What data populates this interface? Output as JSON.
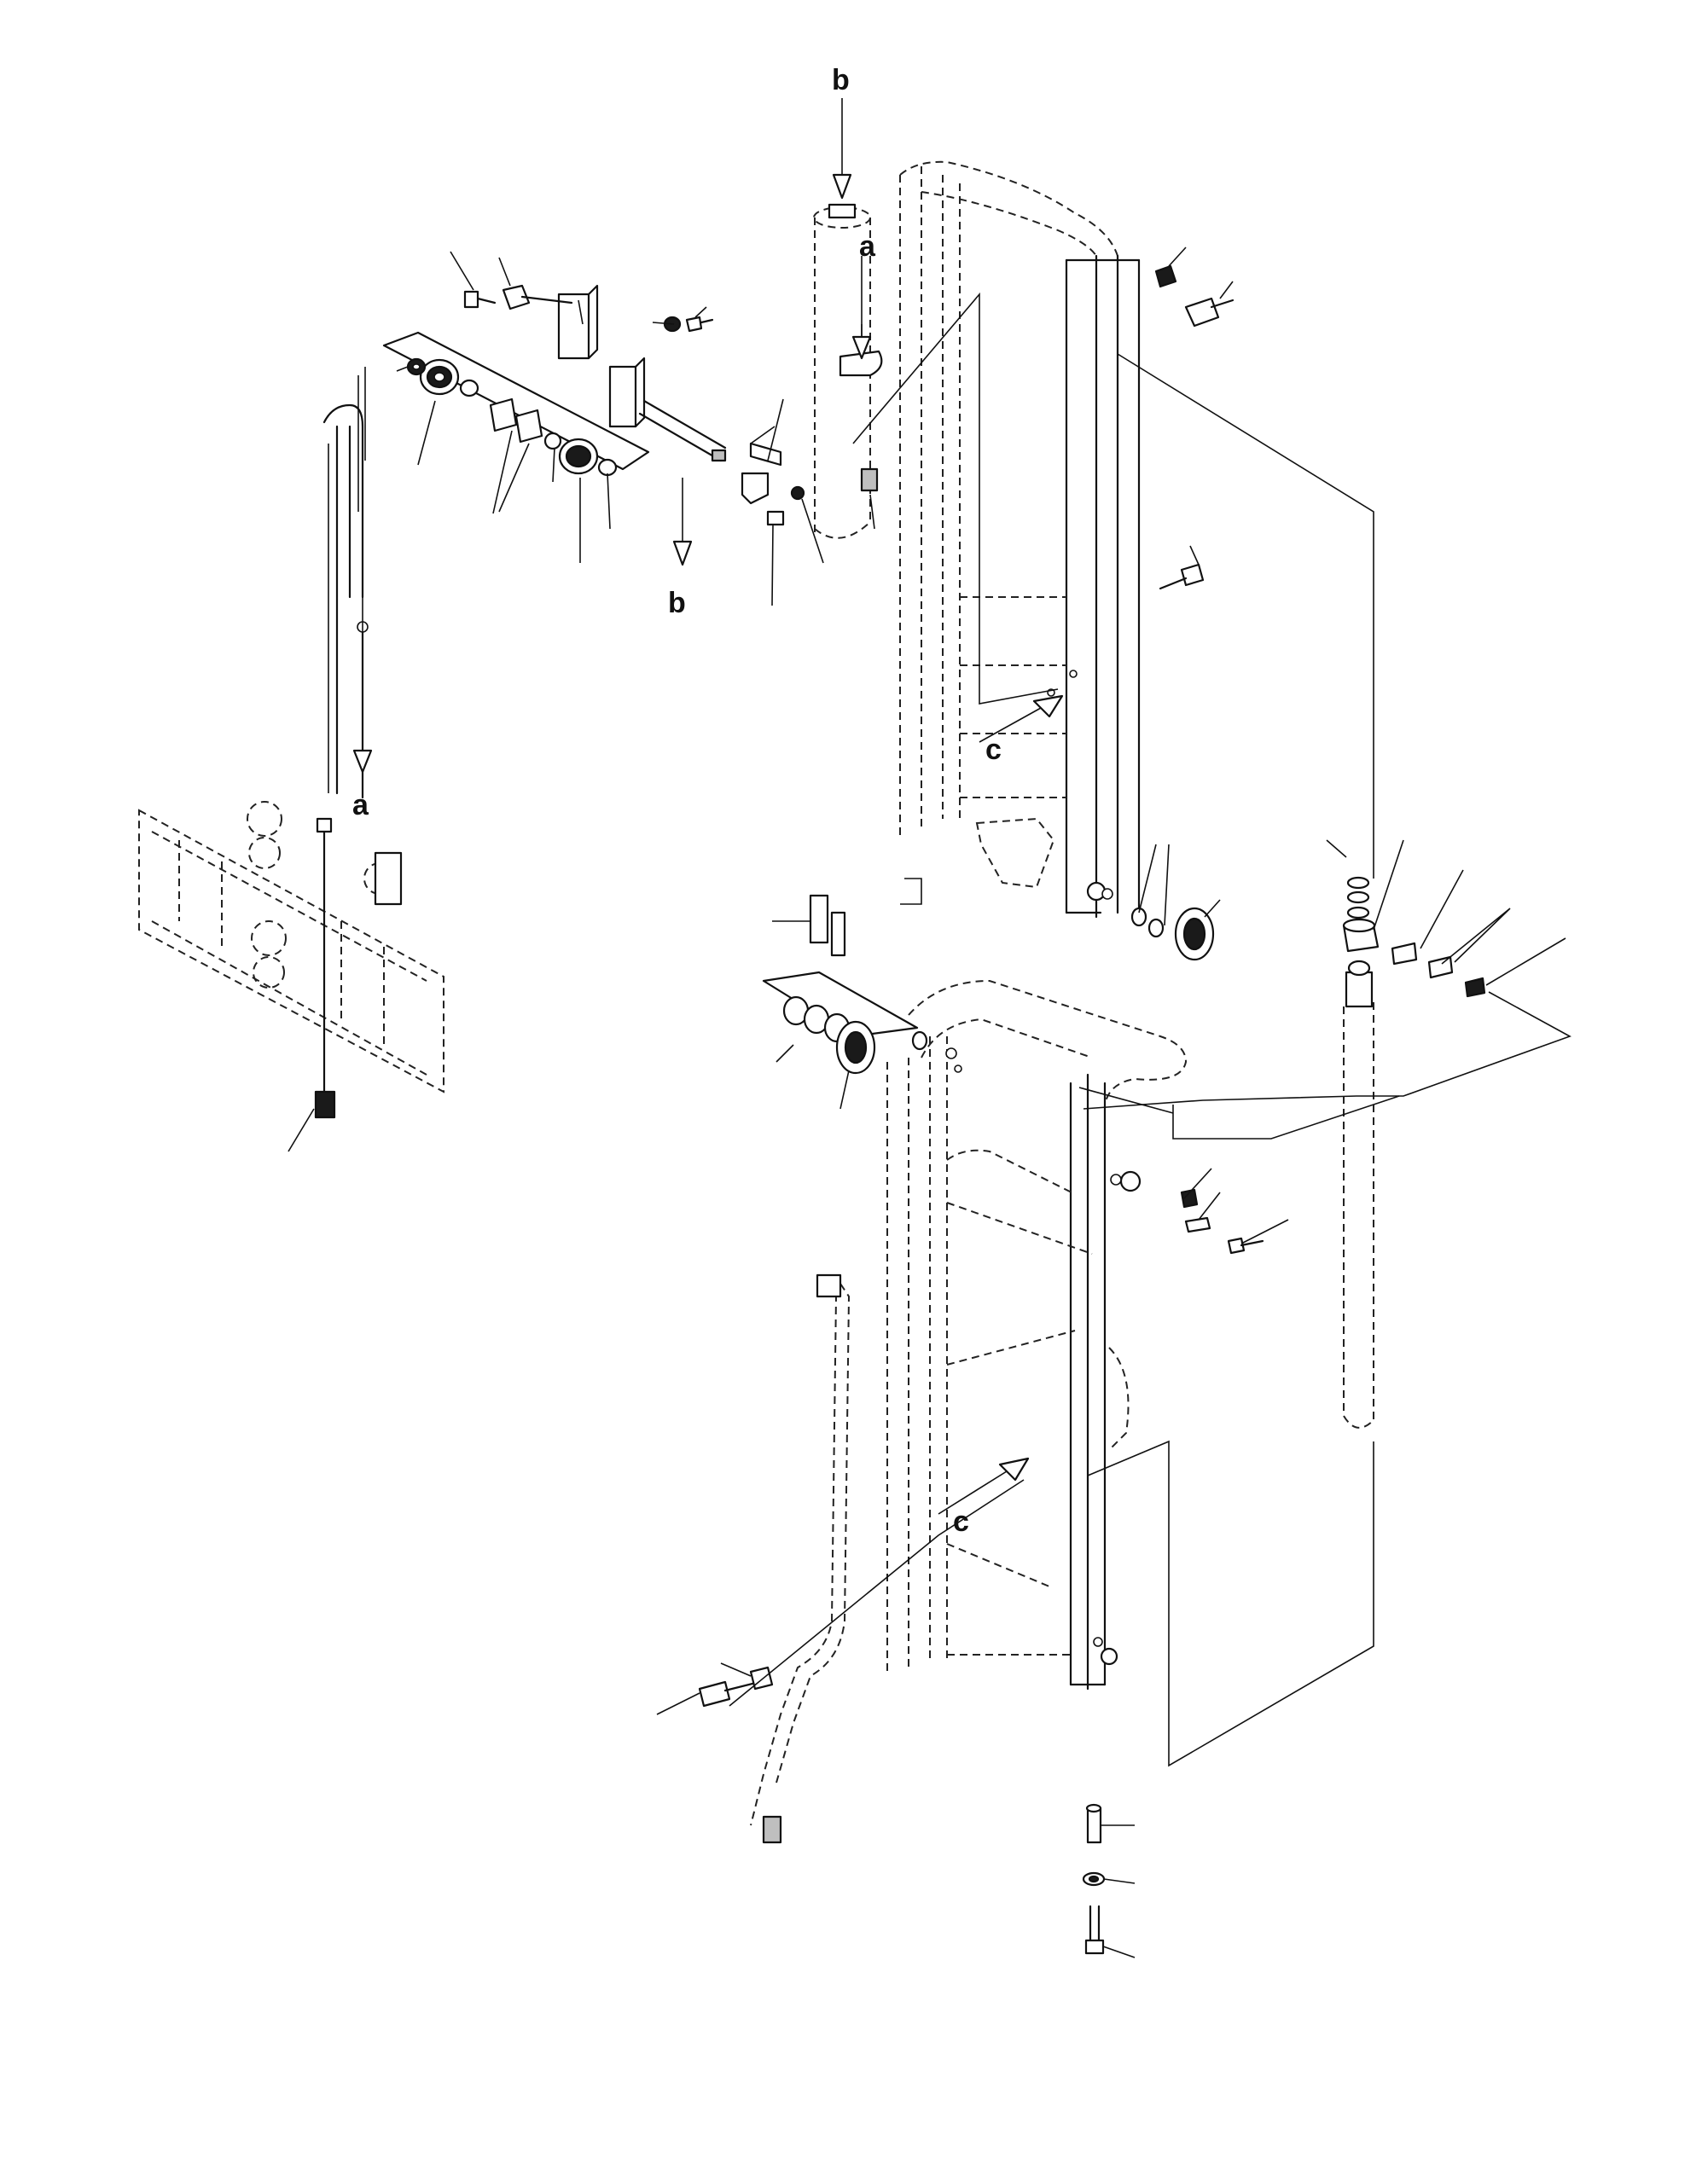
{
  "diagram": {
    "markers": {
      "b_top": "b",
      "a_top": "a",
      "b_bottom": "b",
      "a_left": "a",
      "c_upper": "c",
      "c_lower": "c"
    }
  }
}
